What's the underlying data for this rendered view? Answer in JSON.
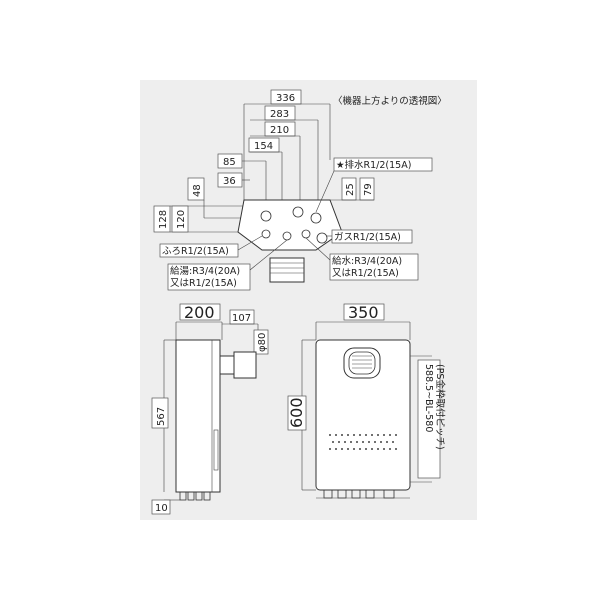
{
  "top_view": {
    "title": "〈機器上方よりの透視図〉",
    "dims": {
      "d336": "336",
      "d283": "283",
      "d210": "210",
      "d154": "154",
      "d85": "85",
      "d36": "36",
      "d48": "48",
      "d128": "128",
      "d120": "120",
      "d25": "25",
      "d79": "79"
    },
    "callouts": {
      "drain": "★排水R1/2(15A)",
      "gas": "ガスR1/2(15A)",
      "bath": "ふろR1/2(15A)",
      "hot_1": "給湯:R3/4(20A)",
      "hot_2": "又はR1/2(15A)",
      "water_1": "給水:R3/4(20A)",
      "water_2": "又はR1/2(15A)"
    }
  },
  "side_view": {
    "depth": "200",
    "flue": "107",
    "flue_dia": "φ80",
    "height": "567",
    "bottom": "10"
  },
  "front_view": {
    "width": "350",
    "height": "600",
    "pitch_1": "588.5~BL-580",
    "pitch_2": "(PS金枠取付ピッチ)"
  },
  "icons": {
    "vent": "vent-grille-icon",
    "exhaust": "exhaust-cap-icon"
  }
}
